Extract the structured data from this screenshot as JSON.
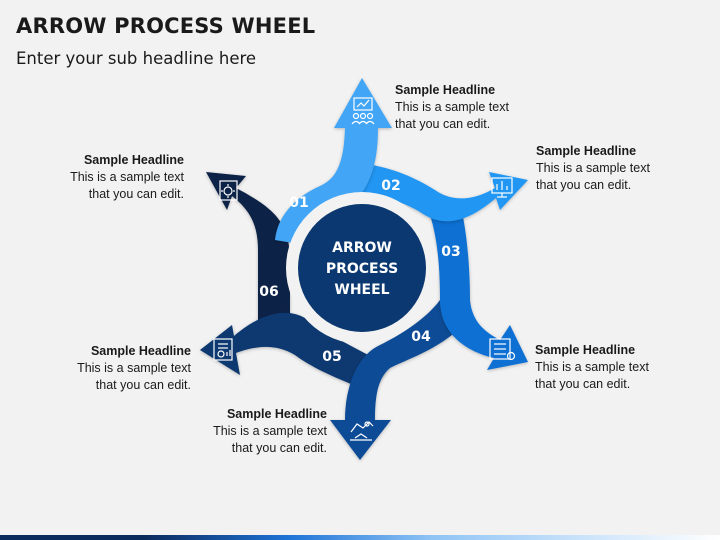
{
  "title": "ARROW PROCESS WHEEL",
  "subtitle": "Enter your sub headline here",
  "center": {
    "line1": "ARROW",
    "line2": "PROCESS",
    "line3": "WHEEL"
  },
  "steps": [
    {
      "num": "01",
      "color": "#42a5f5",
      "icon": "presentation-team-icon",
      "headline": "Sample Headline",
      "text1": "This is a sample text",
      "text2": "that you can edit."
    },
    {
      "num": "02",
      "color": "#2196f3",
      "icon": "monitor-chart-icon",
      "headline": "Sample Headline",
      "text1": "This is a sample text",
      "text2": "that you can edit."
    },
    {
      "num": "03",
      "color": "#1170d2",
      "icon": "checklist-board-icon",
      "headline": "Sample Headline",
      "text1": "This is a sample text",
      "text2": "that you can edit."
    },
    {
      "num": "04",
      "color": "#0c4c96",
      "icon": "handshake-icon",
      "headline": "Sample Headline",
      "text1": "This is a sample text",
      "text2": "that you can edit."
    },
    {
      "num": "05",
      "color": "#0b3870",
      "icon": "report-document-icon",
      "headline": "Sample Headline",
      "text1": "This is a sample text",
      "text2": "that you can edit."
    },
    {
      "num": "06",
      "color": "#0a2347",
      "icon": "gear-chart-icon",
      "headline": "Sample Headline",
      "text1": "This is a sample text",
      "text2": "that you can edit."
    }
  ]
}
